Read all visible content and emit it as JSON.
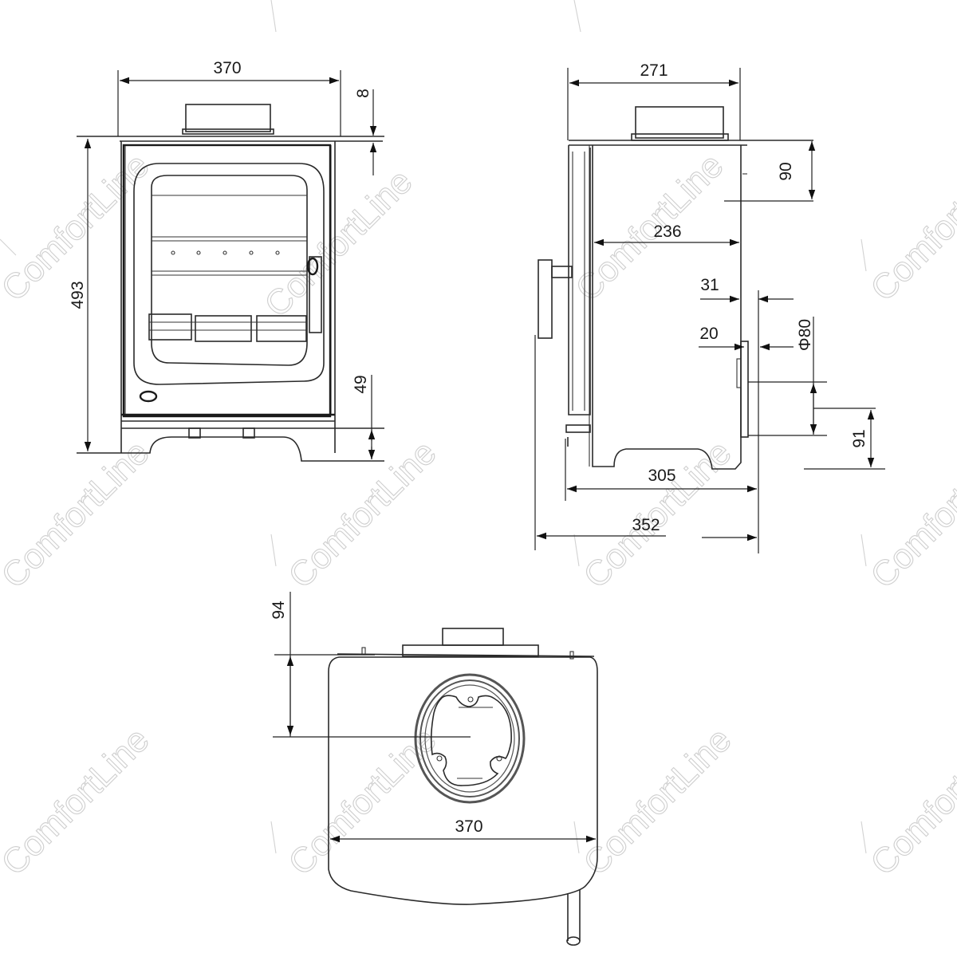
{
  "watermark": {
    "text": "ComfortLine",
    "color": "#cfcfcf"
  },
  "front_view": {
    "width_label": "370",
    "height_label": "493",
    "top_offset_label": "8",
    "bottom_offset_label": "49"
  },
  "side_view": {
    "width_label": "271",
    "top_offset_label": "90",
    "inner_depth_label": "236",
    "rear_clearance_label": "31",
    "spigot_offset_label": "20",
    "flue_diameter_label": "Φ80",
    "rear_outlet_height_label": "91",
    "base_depth_label": "305",
    "total_depth_label": "352"
  },
  "top_view": {
    "flue_offset_label": "94",
    "width_label": "370"
  },
  "colors": {
    "line": "#2a2a2a",
    "background": "#ffffff"
  }
}
